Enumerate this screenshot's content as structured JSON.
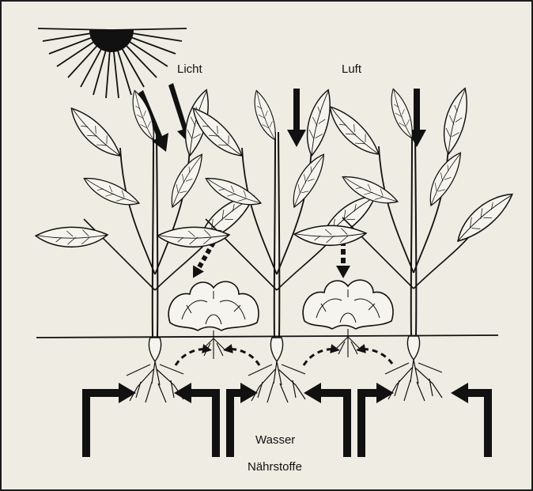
{
  "labels": {
    "light": "Licht",
    "air": "Luft",
    "water": "Wasser",
    "nutrients": "Nährstoffe"
  },
  "colors": {
    "paper": "#efece3",
    "ink": "#111111",
    "leaf": "#f6f4ee"
  },
  "icons": [
    "sun-icon",
    "tall-plant-icon",
    "lettuce-icon",
    "arrow-icon"
  ]
}
